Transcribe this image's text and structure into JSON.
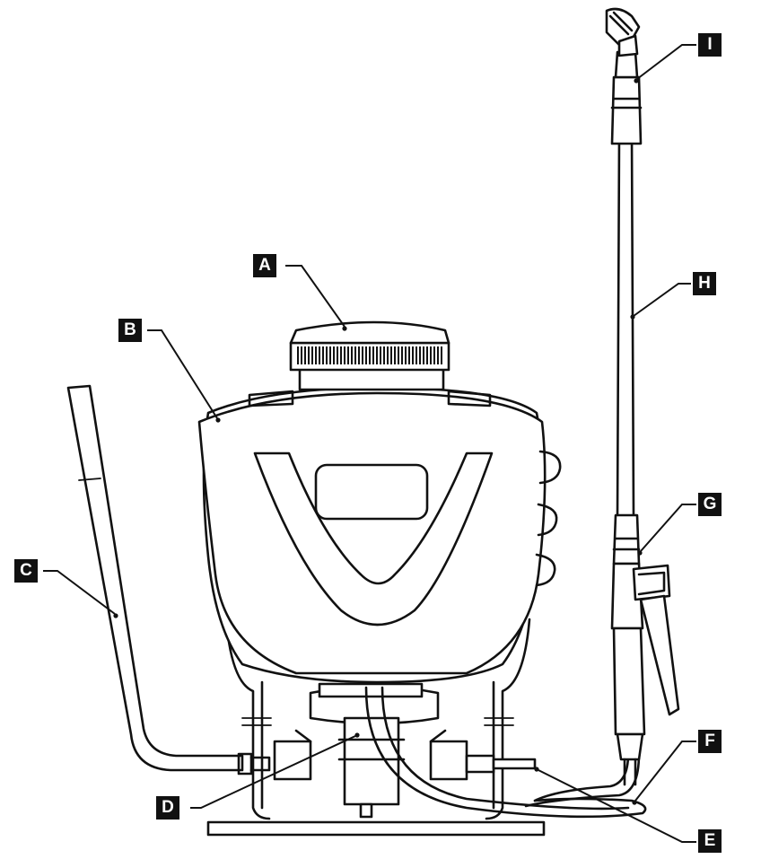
{
  "figure": {
    "description_icon": "backpack-sprayer-diagram",
    "labels": [
      {
        "id": "A",
        "text": "A"
      },
      {
        "id": "B",
        "text": "B"
      },
      {
        "id": "C",
        "text": "C"
      },
      {
        "id": "D",
        "text": "D"
      },
      {
        "id": "E",
        "text": "E"
      },
      {
        "id": "F",
        "text": "F"
      },
      {
        "id": "G",
        "text": "G"
      },
      {
        "id": "H",
        "text": "H"
      },
      {
        "id": "I",
        "text": "I"
      }
    ],
    "colors": {
      "ink": "#111111",
      "paper": "#ffffff"
    }
  }
}
